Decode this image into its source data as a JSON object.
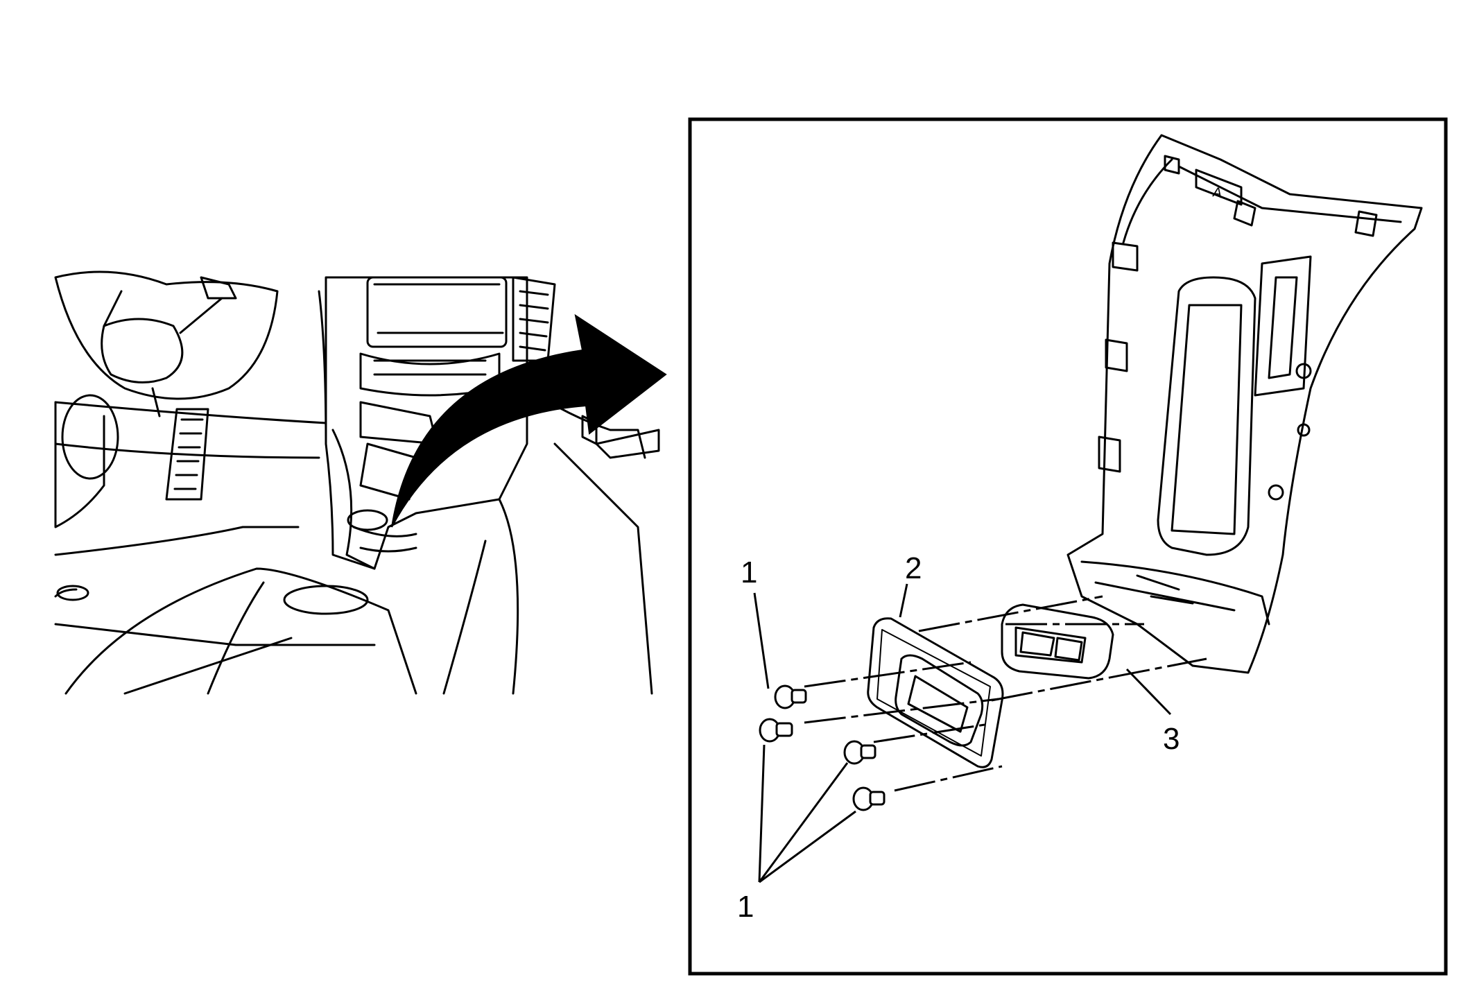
{
  "diagram": {
    "callouts": {
      "c1_top": "1",
      "c2": "2",
      "c3": "3",
      "c1_bottom": "1"
    },
    "detail_panel_letter": "A"
  }
}
